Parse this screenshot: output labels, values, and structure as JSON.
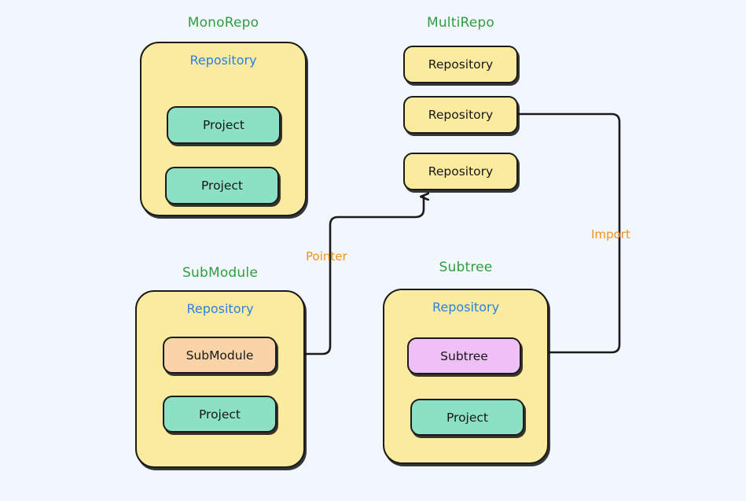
{
  "diagram": {
    "title_color": "#2e9e41",
    "repo_label_color": "#2d7fe0",
    "edge_label_color": "#f59018",
    "background_color": "#f2f7fd",
    "stroke_color": "#1b1b1b"
  },
  "groups": {
    "monorepo": {
      "title": "MonoRepo",
      "repo_label": "Repository",
      "nodes": [
        {
          "label": "Project",
          "color": "#8ce0c4"
        },
        {
          "label": "Project",
          "color": "#8ce0c4"
        }
      ]
    },
    "multirepo": {
      "title": "MultiRepo",
      "repos": [
        {
          "label": "Repository",
          "color": "#fbeb9f"
        },
        {
          "label": "Repository",
          "color": "#fbeb9f"
        },
        {
          "label": "Repository",
          "color": "#fbeb9f"
        }
      ]
    },
    "submodule": {
      "title": "SubModule",
      "repo_label": "Repository",
      "nodes": [
        {
          "label": "SubModule",
          "color": "#fad3a8"
        },
        {
          "label": "Project",
          "color": "#8ce0c4"
        }
      ]
    },
    "subtree": {
      "title": "Subtree",
      "repo_label": "Repository",
      "nodes": [
        {
          "label": "Subtree",
          "color": "#eec0f5"
        },
        {
          "label": "Project",
          "color": "#8ce0c4"
        }
      ]
    }
  },
  "edges": [
    {
      "label": "Pointer",
      "from": "submodule-node",
      "to": "multirepo-repository-3"
    },
    {
      "label": "Import",
      "from": "multirepo-repository-2",
      "to": "subtree-node"
    }
  ]
}
